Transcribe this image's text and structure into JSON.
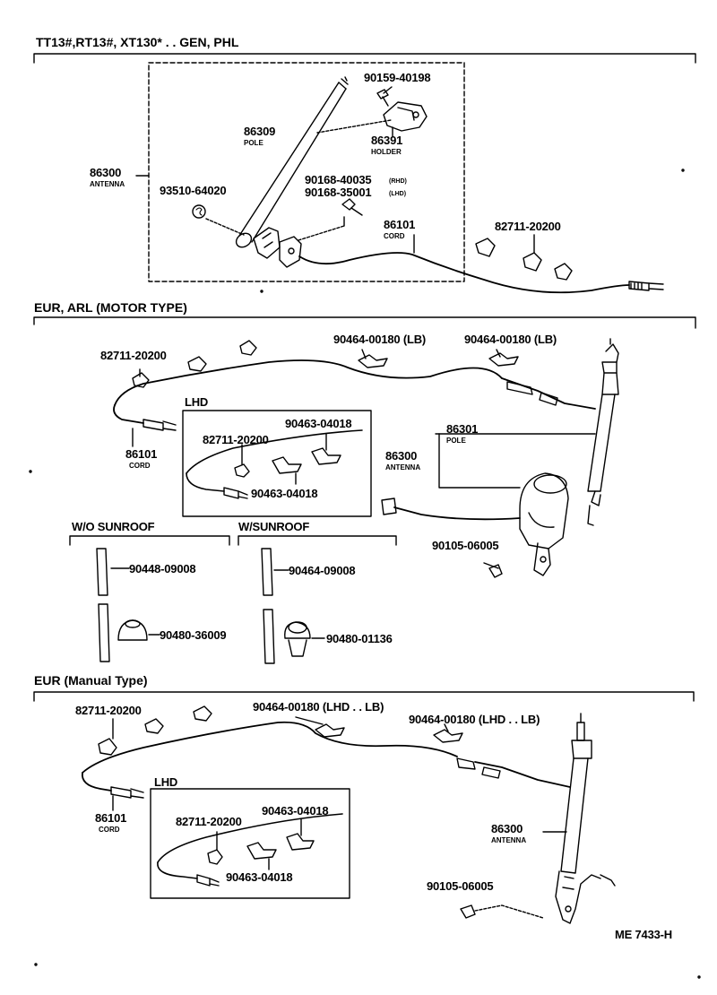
{
  "sections": {
    "top": {
      "header": "TT13#,RT13#, XT130* . . GEN, PHL",
      "parts": {
        "p1": {
          "num": "90159-40198"
        },
        "p2": {
          "num": "86309",
          "name": "POLE"
        },
        "p3": {
          "num": "86391",
          "name": "HOLDER"
        },
        "p4": {
          "num": "86300",
          "name": "ANTENNA"
        },
        "p5": {
          "num": "90168-40035",
          "note": "(RHD)"
        },
        "p6": {
          "num": "90168-35001",
          "note": "(LHD)"
        },
        "p7": {
          "num": "93510-64020"
        },
        "p8": {
          "num": "86101",
          "name": "CORD"
        },
        "p9": {
          "num": "82711-20200"
        }
      }
    },
    "motor": {
      "header": "EUR, ARL (MOTOR TYPE)",
      "parts": {
        "p1": {
          "num": "82711-20200"
        },
        "p2": {
          "num": "90464-00180 (LB)"
        },
        "p3": {
          "num": "90464-00180 (LB)"
        },
        "p4": {
          "num": "86101",
          "name": "CORD"
        },
        "p5": {
          "num": "86301",
          "name": "POLE"
        },
        "p6": {
          "num": "86300",
          "name": "ANTENNA"
        },
        "p7": {
          "num": "90105-06005"
        }
      },
      "lhd_box": {
        "title": "LHD",
        "parts": {
          "a": {
            "num": "90463-04018"
          },
          "b": {
            "num": "82711-20200"
          },
          "c": {
            "num": "90463-04018"
          }
        }
      },
      "wo_sunroof": {
        "title": "W/O SUNROOF",
        "parts": {
          "a": {
            "num": "90448-09008"
          },
          "b": {
            "num": "90480-36009"
          }
        }
      },
      "w_sunroof": {
        "title": "W/SUNROOF",
        "parts": {
          "a": {
            "num": "90464-09008"
          },
          "b": {
            "num": "90480-01136"
          }
        }
      }
    },
    "manual": {
      "header": "EUR (Manual Type)",
      "parts": {
        "p1": {
          "num": "82711-20200"
        },
        "p2": {
          "num": "90464-00180 (LHD . . LB)"
        },
        "p3": {
          "num": "90464-00180 (LHD . . LB)"
        },
        "p4": {
          "num": "86101",
          "name": "CORD"
        },
        "p5": {
          "num": "86300",
          "name": "ANTENNA"
        },
        "p6": {
          "num": "90105-06005"
        }
      },
      "lhd_box": {
        "title": "LHD",
        "parts": {
          "a": {
            "num": "90463-04018"
          },
          "b": {
            "num": "82711-20200"
          },
          "c": {
            "num": "90463-04018"
          }
        }
      }
    }
  },
  "footer_code": "ME 7433-H"
}
